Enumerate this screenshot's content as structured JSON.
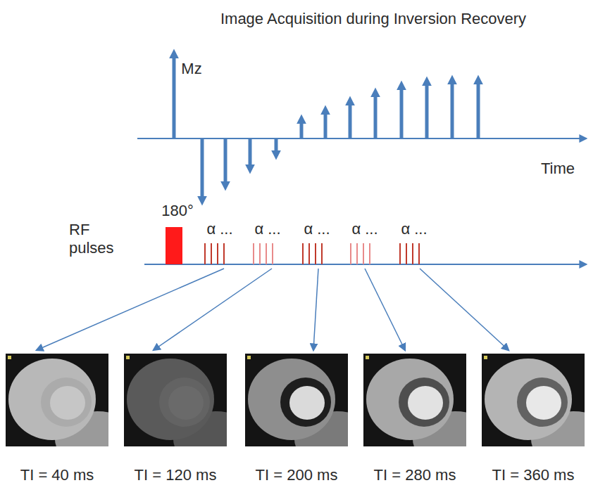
{
  "diagram": {
    "title": "Image Acquisition during Inversion Recovery",
    "labels": [
      "Mz",
      "Time",
      "180°",
      "RF pulses",
      "α ...",
      "α ...",
      "α ...",
      "α ...",
      "α ...",
      "TI = 40 ms",
      "TI = 120 ms",
      "TI = 200 ms",
      "TI = 280 ms",
      "TI = 360 ms"
    ]
  }
}
